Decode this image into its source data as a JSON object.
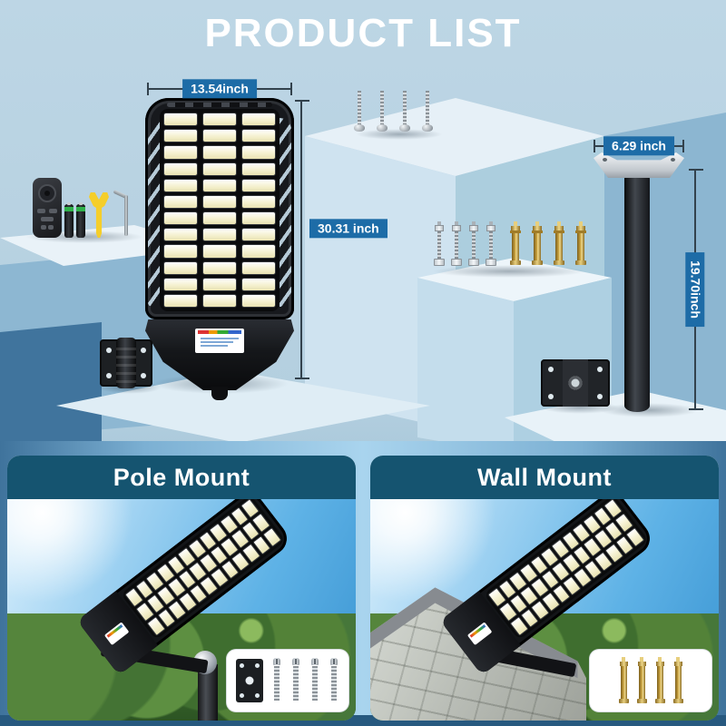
{
  "title": "PRODUCT LIST",
  "diagram": {
    "lamp": {
      "width_label": "13.54inch",
      "height_label": "30.31 inch",
      "led_columns": 3,
      "led_rows": 12
    },
    "pole": {
      "width_label": "6.29 inch",
      "height_label": "19.70inch"
    },
    "accessories": [
      {
        "name": "remote-control",
        "quantity": 1
      },
      {
        "name": "aaa-battery",
        "quantity": 2
      },
      {
        "name": "wrench",
        "quantity": 1
      },
      {
        "name": "hex-key",
        "quantity": 1
      },
      {
        "name": "machine-screw",
        "quantity": 4
      },
      {
        "name": "silver-bolt-with-nuts",
        "quantity": 4
      },
      {
        "name": "brass-expansion-anchor",
        "quantity": 4
      },
      {
        "name": "pole-hinge-bracket",
        "quantity": 1
      },
      {
        "name": "wall-mount-plate-bracket",
        "quantity": 1
      },
      {
        "name": "mounting-pole-with-plate",
        "quantity": 1
      }
    ]
  },
  "mount_sections": {
    "pole": {
      "label": "Pole Mount"
    },
    "wall": {
      "label": "Wall Mount"
    }
  },
  "colors": {
    "dimension_label_bg": "#1d6ca7",
    "dimension_line": "#33424d",
    "section_header_bg": "#155470",
    "led_warm_white": "#f6f2d4",
    "wrench_yellow": "#f5ce2a",
    "battery_green": "#2fb14b",
    "brass_gold": "#c9a23f",
    "sky_blue": "#5eb2e6",
    "tree_green": "#447334"
  }
}
